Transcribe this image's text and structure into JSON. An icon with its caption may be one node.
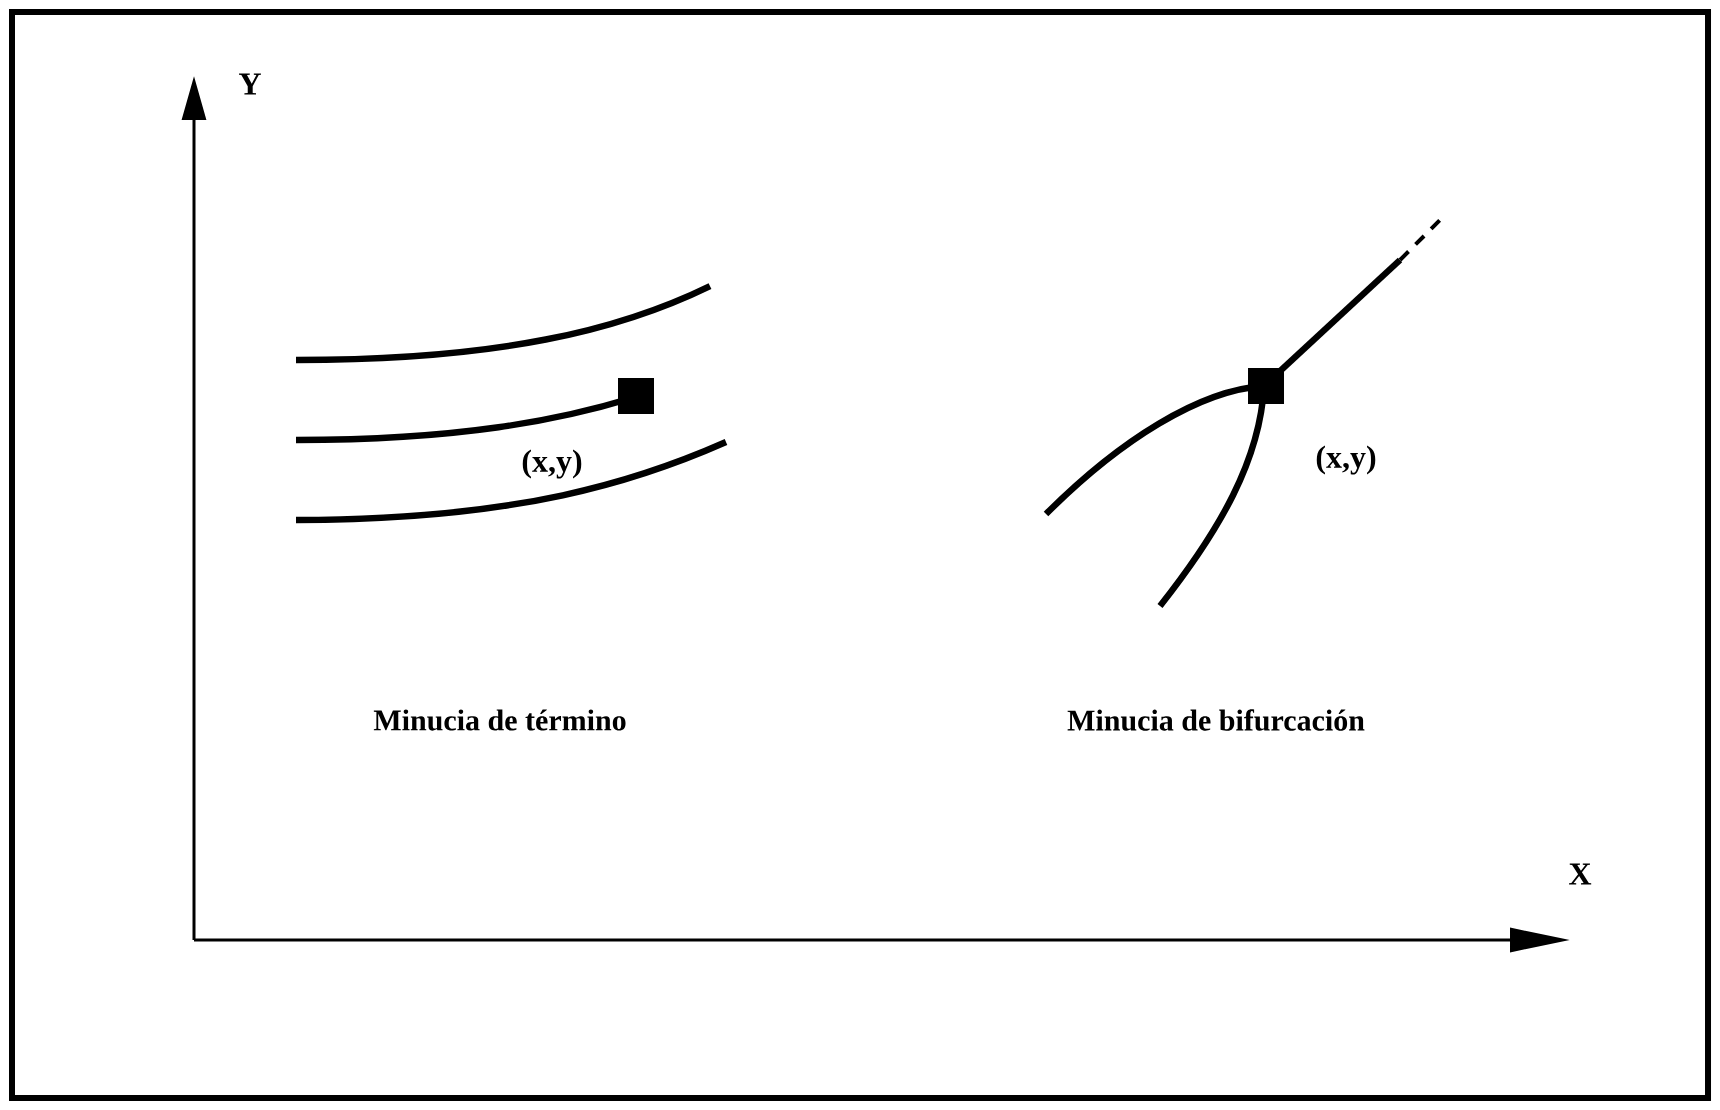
{
  "diagram": {
    "labels": [
      "Y",
      "(x,y)",
      "(x,y)",
      "Minucia de término",
      "Minucia de bifurcación",
      "X"
    ]
  }
}
